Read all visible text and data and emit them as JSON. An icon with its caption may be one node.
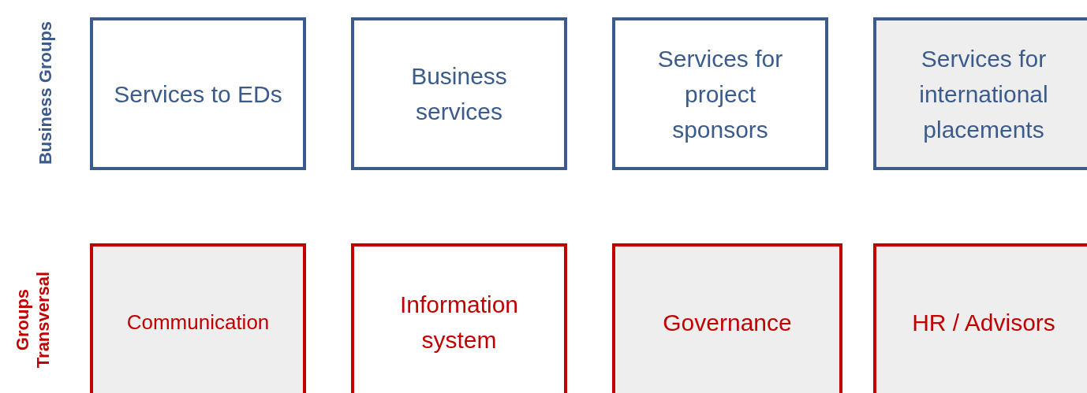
{
  "diagram": {
    "nodes": [
      {
        "text": [
          "Services to EDs"
        ]
      },
      {
        "text": [
          "Business services"
        ]
      },
      {
        "text": [
          "Services for project sponsors"
        ]
      },
      {
        "text": [
          "Services for international placements"
        ]
      },
      {
        "text": [
          "Communication"
        ]
      },
      {
        "text": [
          "Information system"
        ]
      },
      {
        "text": [
          "Governance"
        ]
      },
      {
        "text": [
          "HR / Advisors"
        ]
      }
    ],
    "edges": [],
    "labels": [
      "Business Groups",
      "Groups Transversal"
    ]
  }
}
